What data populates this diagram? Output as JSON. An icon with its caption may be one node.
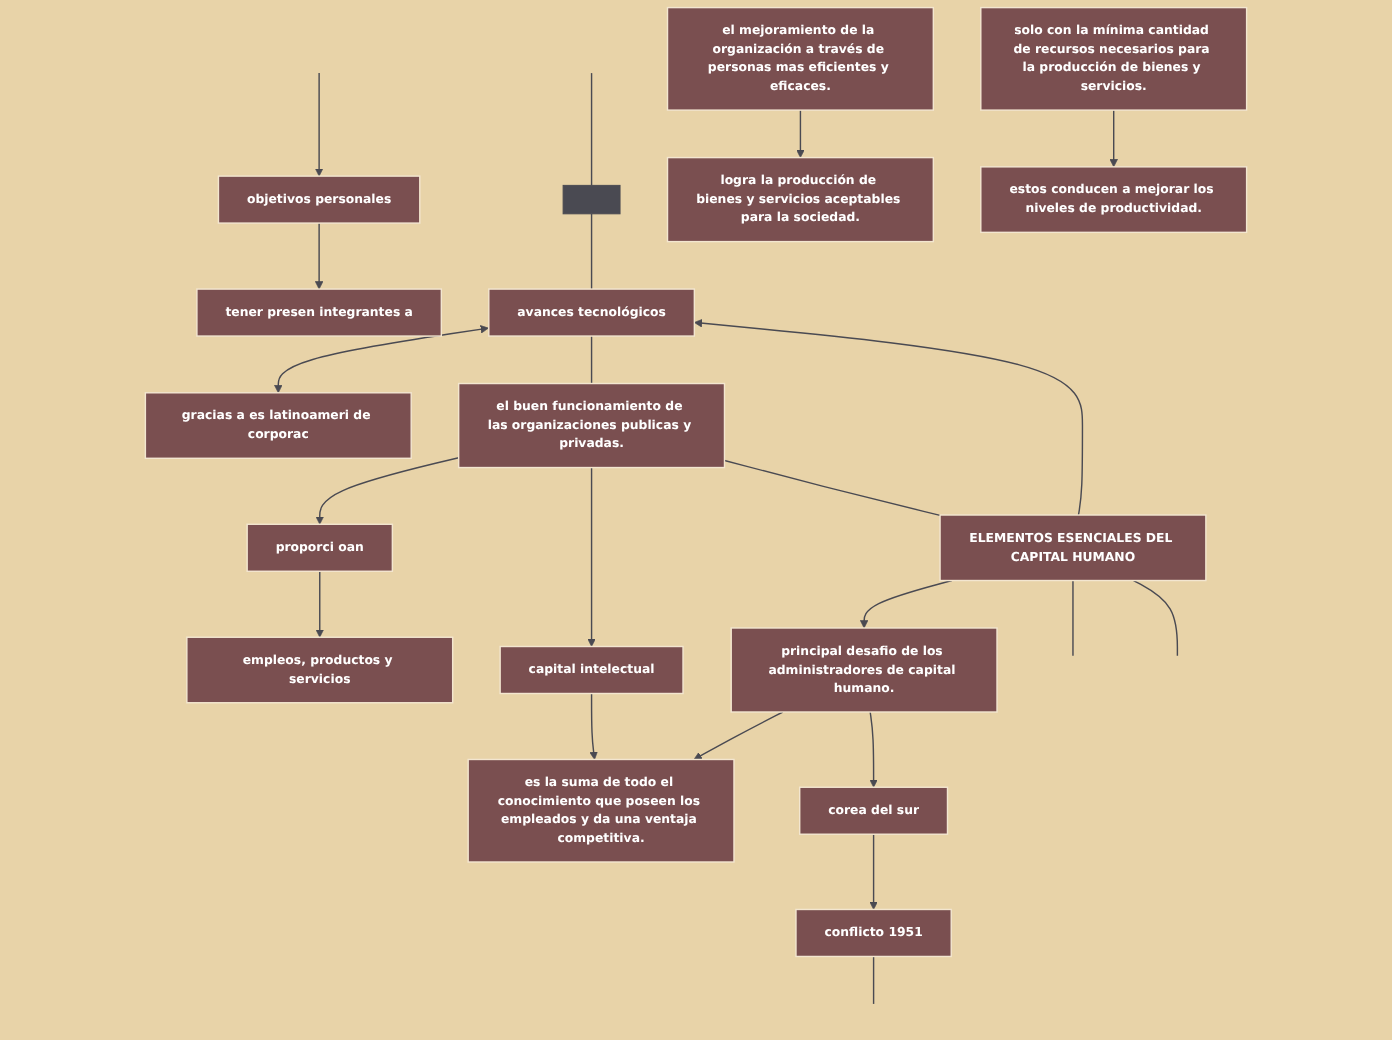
{
  "diagram": {
    "nodes": [
      {
        "text": [
          "objetivos personales"
        ]
      },
      {
        "text": [
          "tener presen integrantes a"
        ]
      },
      {
        "text": [],
        "shape": "box"
      },
      {
        "text": [
          "avances tecnológicos"
        ]
      },
      {
        "text": [
          "gracias a es latinoameri de corporac"
        ]
      },
      {
        "text": [
          "el buen funcionamiento de las organizaciones publicas y privadas."
        ]
      },
      {
        "text": [
          "proporci oan"
        ]
      },
      {
        "text": [
          "empleos, productos y servicios"
        ]
      },
      {
        "text": [
          "ELEMENTOS ESENCIALES DEL CAPITAL HUMANO"
        ]
      },
      {
        "text": [
          "capital intelectual"
        ]
      },
      {
        "text": [
          "es la suma de todo el conocimiento que poseen los empleados y da una ventaja competitiva."
        ]
      },
      {
        "text": [
          "principal desafio de los administradores de capital humano."
        ]
      },
      {
        "text": [
          "el mejoramiento de la organización a través de personas mas eficientes y eficaces."
        ]
      },
      {
        "text": [
          "logra la producción de bienes y servicios aceptables para la sociedad."
        ]
      },
      {
        "text": [
          "corea del sur"
        ]
      },
      {
        "text": [
          "solo con la mínima cantidad de recursos necesarios para la producción de bienes y servicios."
        ]
      },
      {
        "text": [
          "conflicto 1951"
        ]
      },
      {
        "text": [
          "estos conducen a mejorar los niveles de productividad."
        ]
      }
    ],
    "edges": [
      {
        "from": null,
        "to": 0,
        "arrow": "to"
      },
      {
        "from": 0,
        "to": 1,
        "arrow": "to"
      },
      {
        "from": null,
        "to": 2,
        "arrow": "none"
      },
      {
        "from": 2,
        "to": 3,
        "arrow": "none"
      },
      {
        "from": 3,
        "to": 4,
        "arrow": "both"
      },
      {
        "from": 3,
        "to": 5,
        "arrow": "none"
      },
      {
        "from": 8,
        "to": 3,
        "arrow": "to"
      },
      {
        "from": 5,
        "to": 8,
        "arrow": "none"
      },
      {
        "from": 5,
        "to": 6,
        "arrow": "to"
      },
      {
        "from": 6,
        "to": 7,
        "arrow": "to"
      },
      {
        "from": 5,
        "to": 9,
        "arrow": "to"
      },
      {
        "from": 9,
        "to": 10,
        "arrow": "to"
      },
      {
        "from": 8,
        "to": 11,
        "arrow": "to"
      },
      {
        "from": 8,
        "to": null,
        "arrow": "none"
      },
      {
        "from": 8,
        "to": null,
        "arrow": "none"
      },
      {
        "from": 11,
        "to": 10,
        "arrow": "to"
      },
      {
        "from": 12,
        "to": 13,
        "arrow": "to"
      },
      {
        "from": 11,
        "to": 14,
        "arrow": "to"
      },
      {
        "from": 15,
        "to": 17,
        "arrow": "to"
      },
      {
        "from": 14,
        "to": 16,
        "arrow": "to"
      },
      {
        "from": 16,
        "to": null,
        "arrow": "none"
      }
    ]
  }
}
